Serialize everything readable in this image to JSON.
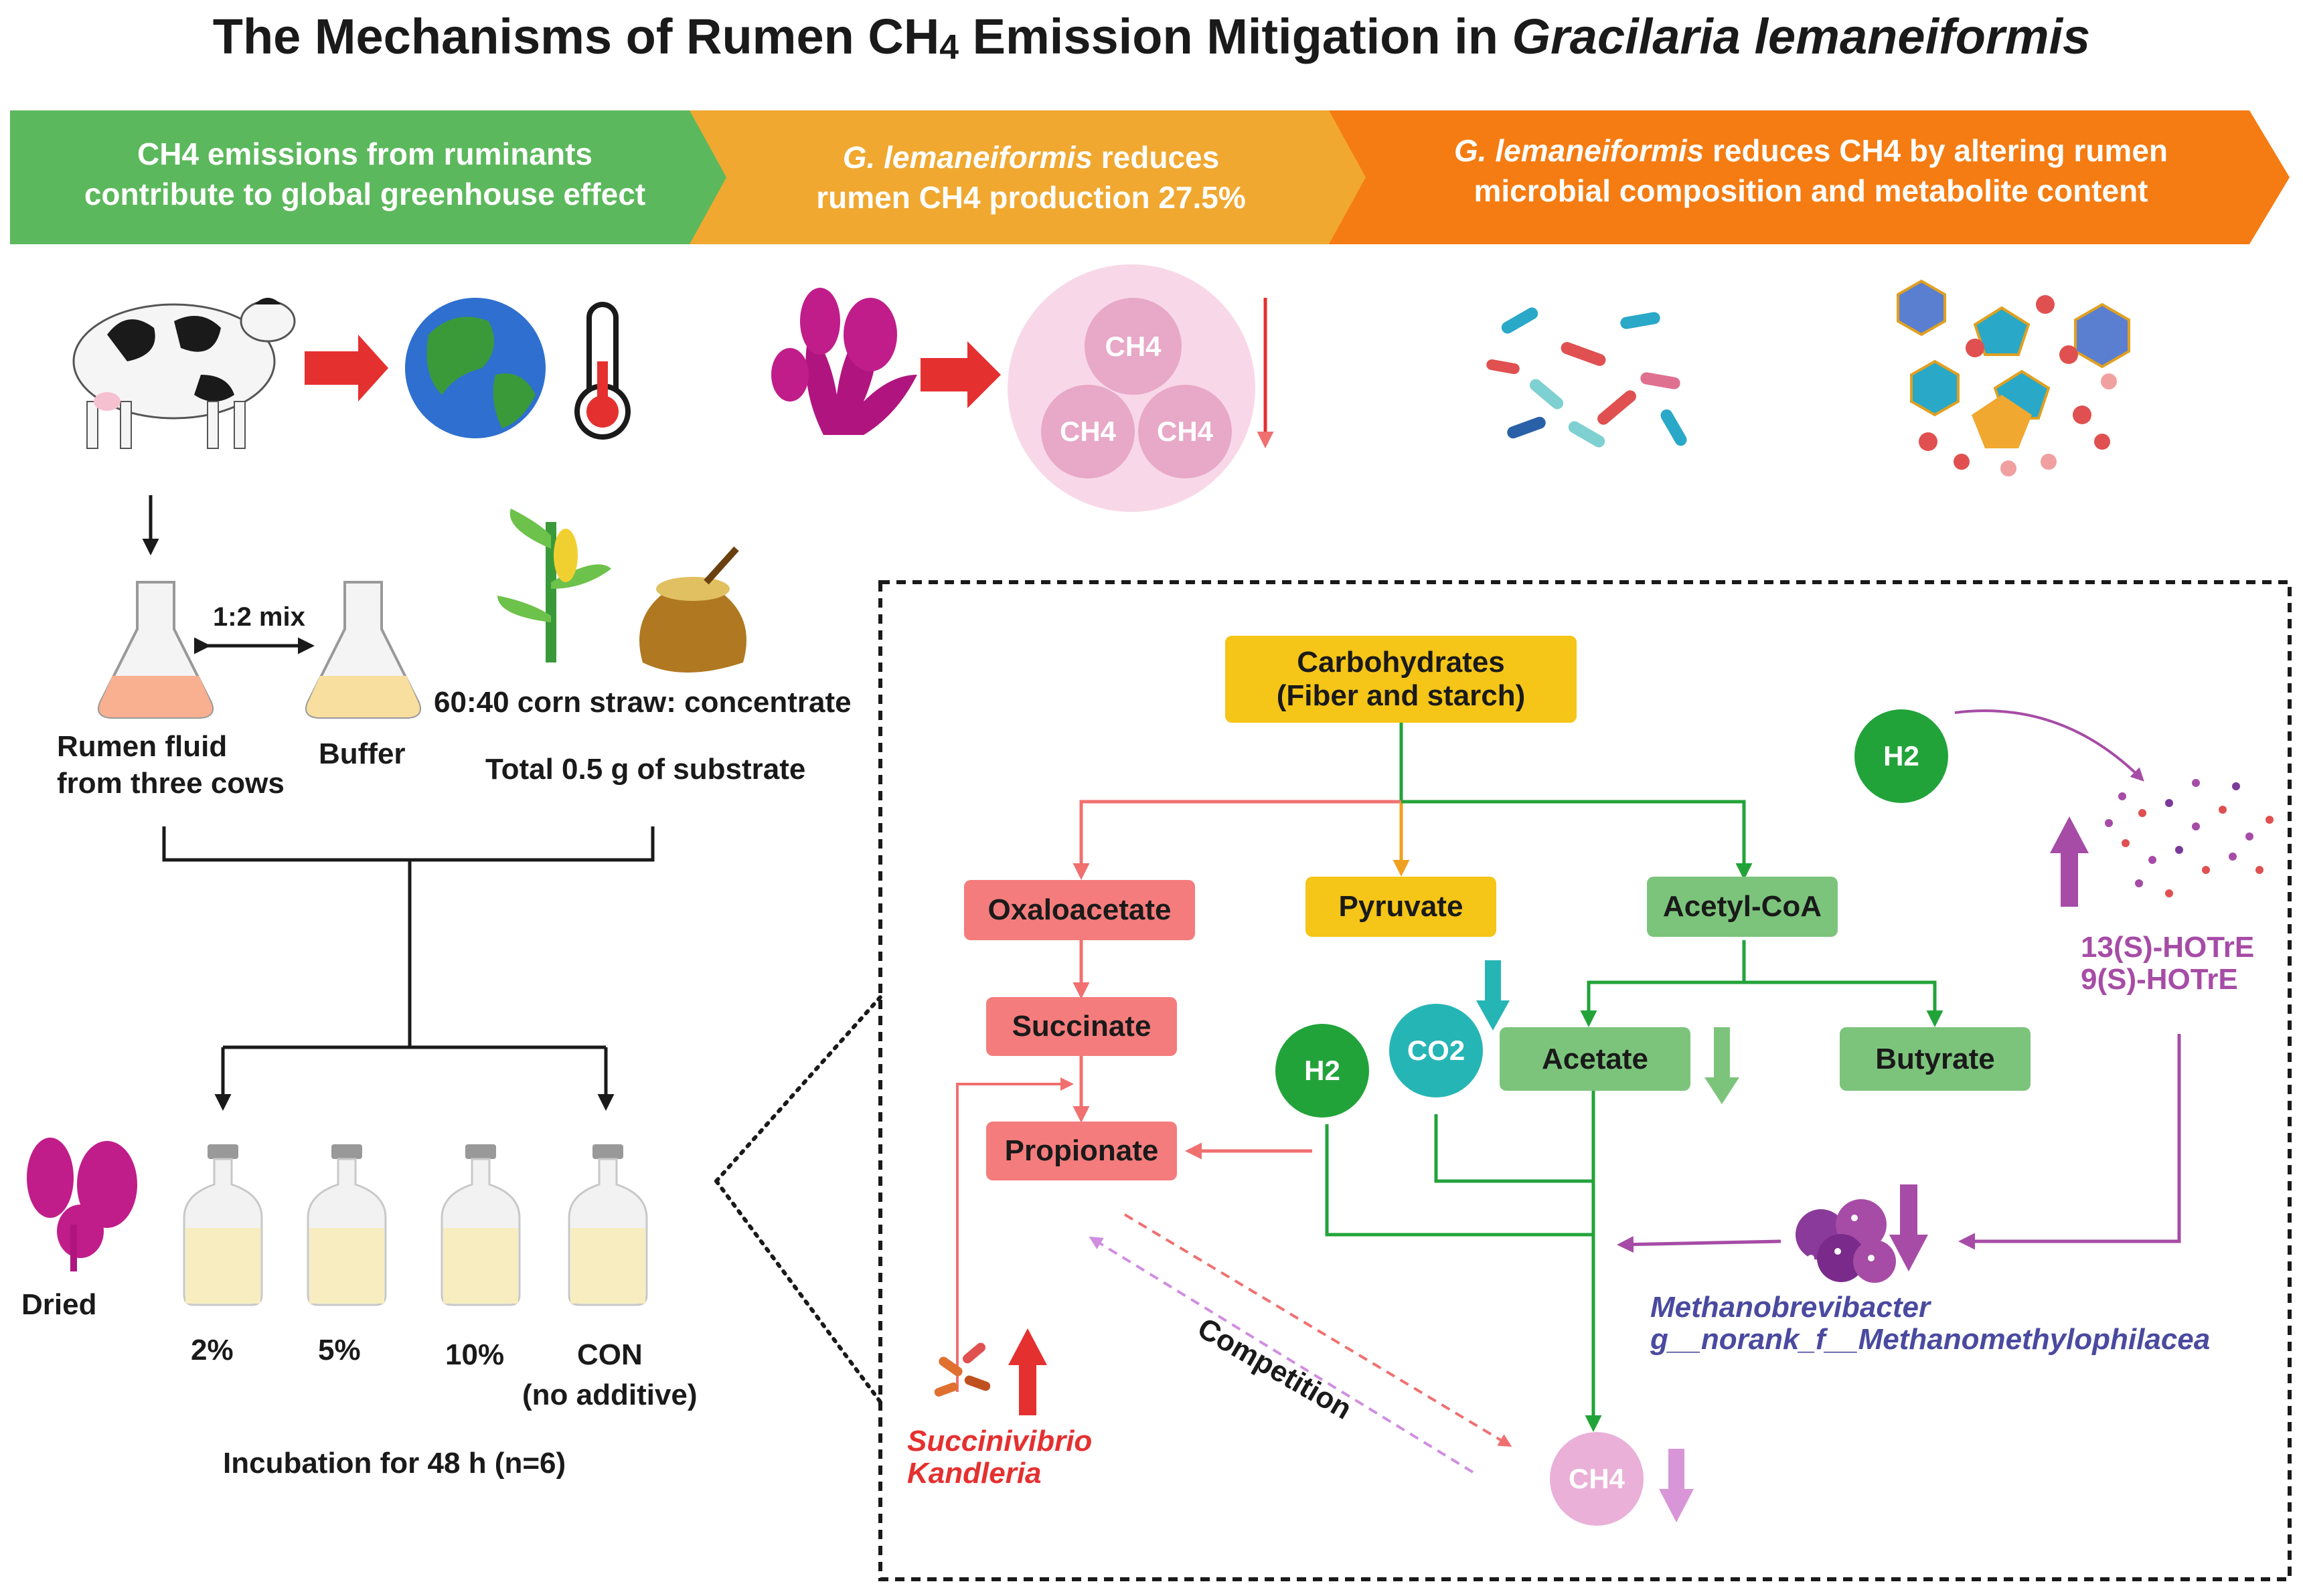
{
  "title": {
    "main": "The Mechanisms of Rumen CH",
    "sub4": "4",
    "middle": " Emission Mitigation in ",
    "species": "Gracilaria lemaneiformis"
  },
  "banners": [
    {
      "line1": "CH4 emissions from ruminants",
      "line2": "contribute to global greenhouse effect",
      "color": "#5cb85c"
    },
    {
      "line1_italic": "G. lemaneiformis",
      "line1_rest": " reduces",
      "line2": "rumen CH4 production 27.5%",
      "color": "#f0a830"
    },
    {
      "line1_italic": "G. lemaneiformis",
      "line1_rest": " reduces CH4 by altering rumen",
      "line2": "microbial composition and metabolite content",
      "color": "#f57c12"
    }
  ],
  "top_row": {
    "ch4_bubbles": [
      "CH4",
      "CH4",
      "CH4"
    ]
  },
  "setup": {
    "mix_ratio": "1:2 mix",
    "rumen_fluid_label_1": "Rumen fluid",
    "rumen_fluid_label_2": "from three cows",
    "buffer_label": "Buffer",
    "substrate_ratio": "60:40 corn straw: concentrate",
    "substrate_total": "Total 0.5 g of substrate",
    "dried_label": "Dried",
    "doses": [
      "2%",
      "5%",
      "10%",
      "CON"
    ],
    "con_note": "(no additive)",
    "incubation": "Incubation for 48 h (n=6)"
  },
  "pathway": {
    "carbohydrates_1": "Carbohydrates",
    "carbohydrates_2": "(Fiber and starch)",
    "oxaloacetate": "Oxaloacetate",
    "pyruvate": "Pyruvate",
    "acetyl_coa": "Acetyl-CoA",
    "succinate": "Succinate",
    "propionate": "Propionate",
    "acetate": "Acetate",
    "butyrate": "Butyrate",
    "co2": "CO2",
    "h2_left": "H2",
    "h2_right": "H2",
    "ch4": "CH4",
    "competition": "Competition",
    "bacteria_1": "Succinivibrio",
    "bacteria_2": "Kandleria",
    "methanogen_1": "Methanobrevibacter",
    "methanogen_2": "g__norank_f__Methanomethylophilacea",
    "metabolite_1": "13(S)-HOTrE",
    "metabolite_2": "9(S)-HOTrE"
  },
  "colors": {
    "green": "#5cb85c",
    "yellow": "#f5c518",
    "red_box": "#f47c7c",
    "green_box": "#7cc47c",
    "teal": "#26b5b5",
    "purple": "#a64ca6",
    "pink_circle": "#e8a0c8",
    "red_text": "#e53030",
    "blue_text": "#4a4aa0"
  }
}
